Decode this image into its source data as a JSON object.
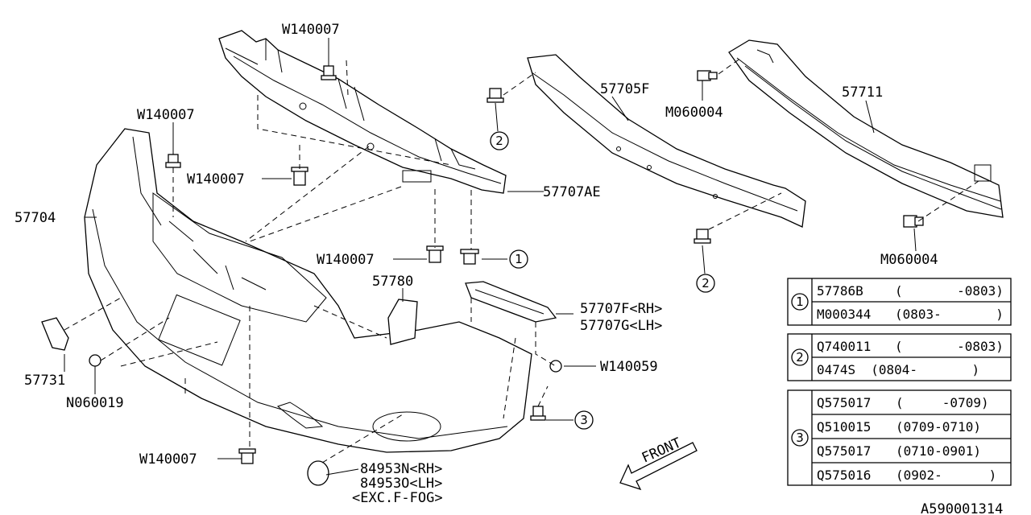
{
  "parts": {
    "p57704": "57704",
    "p57707ae": "57707AE",
    "p57705f": "57705F",
    "p57711": "57711",
    "p57780": "57780",
    "p57707f": "57707F<RH>",
    "p57707g": "57707G<LH>",
    "p57731": "57731",
    "pN060019": "N060019",
    "pW140059": "W140059",
    "p84953n": "84953N<RH>",
    "p84953o": "84953O<LH>",
    "pExc": "<EXC.F-FOG>",
    "w1": "W140007",
    "w2": "W140007",
    "w3": "W140007",
    "w4": "W140007",
    "w5": "W140007",
    "m1": "M060004",
    "m2": "M060004"
  },
  "markers": {
    "one": "1",
    "two": "2",
    "three": "3"
  },
  "front": "FRONT",
  "diagram_id": "A590001314",
  "tables": {
    "t1": {
      "ref": "1",
      "rows": [
        {
          "part": "57786B",
          "range": "(       -0803)"
        },
        {
          "part": "M000344",
          "range": "(0803-       )"
        }
      ]
    },
    "t2": {
      "ref": "2",
      "rows": [
        {
          "part": "Q740011",
          "range": "(       -0803)"
        },
        {
          "part": "0474S",
          "range": "  (0804-       )"
        }
      ]
    },
    "t3": {
      "ref": "3",
      "rows": [
        {
          "part": "Q575017",
          "range": "(     -0709)"
        },
        {
          "part": "Q510015",
          "range": "(0709-0710)"
        },
        {
          "part": "Q575017",
          "range": "(0710-0901)"
        },
        {
          "part": "Q575016",
          "range": "(0902-      )"
        }
      ]
    }
  }
}
